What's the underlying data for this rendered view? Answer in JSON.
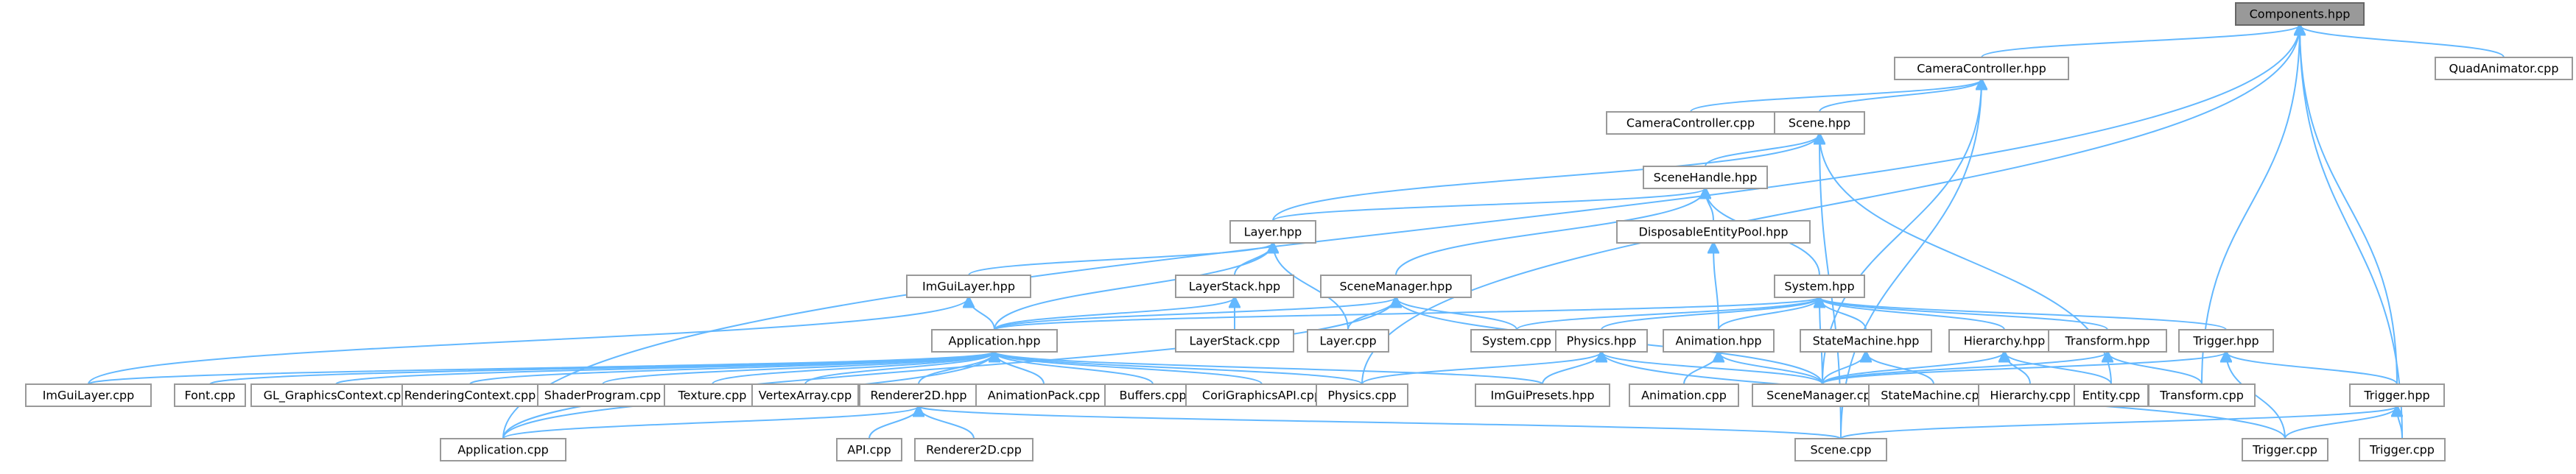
{
  "nodes": [
    {
      "id": "root",
      "label": "Components.hpp",
      "root": true
    },
    {
      "id": "cameractrl_hpp",
      "label": "CameraController.hpp"
    },
    {
      "id": "quadanim_cpp",
      "label": "QuadAnimator.cpp"
    },
    {
      "id": "cameractrl_cpp",
      "label": "CameraController.cpp"
    },
    {
      "id": "scene_hpp",
      "label": "Scene.hpp"
    },
    {
      "id": "scenehandle_hpp",
      "label": "SceneHandle.hpp"
    },
    {
      "id": "layer_hpp",
      "label": "Layer.hpp"
    },
    {
      "id": "disposable_hpp",
      "label": "DisposableEntityPool.hpp"
    },
    {
      "id": "imguilayer_hpp",
      "label": "ImGuiLayer.hpp"
    },
    {
      "id": "layerstack_hpp",
      "label": "LayerStack.hpp"
    },
    {
      "id": "scenemanager_hpp",
      "label": "SceneManager.hpp"
    },
    {
      "id": "system_hpp",
      "label": "System.hpp"
    },
    {
      "id": "application_hpp",
      "label": "Application.hpp"
    },
    {
      "id": "layerstack_cpp",
      "label": "LayerStack.cpp"
    },
    {
      "id": "layer_cpp",
      "label": "Layer.cpp"
    },
    {
      "id": "system_cpp",
      "label": "System.cpp"
    },
    {
      "id": "physics_hpp",
      "label": "Physics.hpp"
    },
    {
      "id": "animation_hpp",
      "label": "Animation.hpp"
    },
    {
      "id": "statemachine_hpp",
      "label": "StateMachine.hpp"
    },
    {
      "id": "hierarchy_hpp",
      "label": "Hierarchy.hpp"
    },
    {
      "id": "transform_hpp",
      "label": "Transform.hpp"
    },
    {
      "id": "trigger_hpp_a",
      "label": "Trigger.hpp"
    },
    {
      "id": "imguilayer_cpp",
      "label": "ImGuiLayer.cpp"
    },
    {
      "id": "font_cpp",
      "label": "Font.cpp"
    },
    {
      "id": "glctx_cpp",
      "label": "GL_GraphicsContext.cpp"
    },
    {
      "id": "renderctx_cpp",
      "label": "RenderingContext.cpp"
    },
    {
      "id": "shader_cpp",
      "label": "ShaderProgram.cpp"
    },
    {
      "id": "texture_cpp",
      "label": "Texture.cpp"
    },
    {
      "id": "vertexarray_cpp",
      "label": "VertexArray.cpp"
    },
    {
      "id": "renderer2d_hpp",
      "label": "Renderer2D.hpp"
    },
    {
      "id": "animpack_cpp",
      "label": "AnimationPack.cpp"
    },
    {
      "id": "buffers_cpp",
      "label": "Buffers.cpp"
    },
    {
      "id": "corigfx_cpp",
      "label": "CoriGraphicsAPI.cpp"
    },
    {
      "id": "physics_cpp",
      "label": "Physics.cpp"
    },
    {
      "id": "imguipresets_hpp",
      "label": "ImGuiPresets.hpp"
    },
    {
      "id": "animation_cpp",
      "label": "Animation.cpp"
    },
    {
      "id": "scenemanager_cpp",
      "label": "SceneManager.cpp"
    },
    {
      "id": "statemachine_cpp",
      "label": "StateMachine.cpp"
    },
    {
      "id": "hierarchy_cpp",
      "label": "Hierarchy.cpp"
    },
    {
      "id": "entity_cpp",
      "label": "Entity.cpp"
    },
    {
      "id": "transform_cpp",
      "label": "Transform.cpp"
    },
    {
      "id": "trigger_hpp_b",
      "label": "Trigger.hpp"
    },
    {
      "id": "application_cpp",
      "label": "Application.cpp"
    },
    {
      "id": "api_cpp",
      "label": "API.cpp"
    },
    {
      "id": "renderer2d_cpp",
      "label": "Renderer2D.cpp"
    },
    {
      "id": "scene_cpp",
      "label": "Scene.cpp"
    },
    {
      "id": "trigger_cpp_a",
      "label": "Trigger.cpp"
    },
    {
      "id": "trigger_cpp_b",
      "label": "Trigger.cpp"
    }
  ],
  "edges": [
    [
      "cameractrl_hpp",
      "root"
    ],
    [
      "quadanim_cpp",
      "root"
    ],
    [
      "transform_cpp",
      "root"
    ],
    [
      "trigger_hpp_b",
      "root"
    ],
    [
      "trigger_cpp_b",
      "root"
    ],
    [
      "application_cpp",
      "root"
    ],
    [
      "physics_cpp",
      "root"
    ],
    [
      "cameractrl_cpp",
      "cameractrl_hpp"
    ],
    [
      "scene_hpp",
      "cameractrl_hpp"
    ],
    [
      "scenemanager_cpp",
      "cameractrl_hpp"
    ],
    [
      "scene_cpp",
      "cameractrl_hpp"
    ],
    [
      "scenehandle_hpp",
      "scene_hpp"
    ],
    [
      "layer_hpp",
      "scene_hpp"
    ],
    [
      "scene_cpp",
      "scene_hpp"
    ],
    [
      "entity_cpp",
      "scene_hpp"
    ],
    [
      "layer_hpp",
      "scenehandle_hpp"
    ],
    [
      "disposable_hpp",
      "scenehandle_hpp"
    ],
    [
      "scenemanager_hpp",
      "scenehandle_hpp"
    ],
    [
      "system_hpp",
      "scenehandle_hpp"
    ],
    [
      "animation_hpp",
      "disposable_hpp"
    ],
    [
      "imguilayer_hpp",
      "layer_hpp"
    ],
    [
      "layerstack_hpp",
      "layer_hpp"
    ],
    [
      "layer_cpp",
      "layer_hpp"
    ],
    [
      "application_hpp",
      "layer_hpp"
    ],
    [
      "application_hpp",
      "imguilayer_hpp"
    ],
    [
      "imguilayer_cpp",
      "imguilayer_hpp"
    ],
    [
      "application_hpp",
      "layerstack_hpp"
    ],
    [
      "layerstack_cpp",
      "layerstack_hpp"
    ],
    [
      "application_hpp",
      "scenemanager_hpp"
    ],
    [
      "layer_cpp",
      "scenemanager_hpp"
    ],
    [
      "system_cpp",
      "scenemanager_hpp"
    ],
    [
      "scenemanager_cpp",
      "scenemanager_hpp"
    ],
    [
      "application_cpp",
      "scenemanager_hpp"
    ],
    [
      "system_cpp",
      "system_hpp"
    ],
    [
      "physics_hpp",
      "system_hpp"
    ],
    [
      "animation_hpp",
      "system_hpp"
    ],
    [
      "statemachine_hpp",
      "system_hpp"
    ],
    [
      "hierarchy_hpp",
      "system_hpp"
    ],
    [
      "transform_hpp",
      "system_hpp"
    ],
    [
      "trigger_hpp_a",
      "system_hpp"
    ],
    [
      "scenemanager_cpp",
      "system_hpp"
    ],
    [
      "application_hpp",
      "system_hpp"
    ],
    [
      "imguilayer_cpp",
      "application_hpp"
    ],
    [
      "font_cpp",
      "application_hpp"
    ],
    [
      "glctx_cpp",
      "application_hpp"
    ],
    [
      "renderctx_cpp",
      "application_hpp"
    ],
    [
      "shader_cpp",
      "application_hpp"
    ],
    [
      "texture_cpp",
      "application_hpp"
    ],
    [
      "vertexarray_cpp",
      "application_hpp"
    ],
    [
      "renderer2d_hpp",
      "application_hpp"
    ],
    [
      "animpack_cpp",
      "application_hpp"
    ],
    [
      "buffers_cpp",
      "application_hpp"
    ],
    [
      "corigfx_cpp",
      "application_hpp"
    ],
    [
      "physics_cpp",
      "application_hpp"
    ],
    [
      "imguipresets_hpp",
      "application_hpp"
    ],
    [
      "application_cpp",
      "application_hpp"
    ],
    [
      "physics_cpp",
      "physics_hpp"
    ],
    [
      "imguipresets_hpp",
      "physics_hpp"
    ],
    [
      "scenemanager_cpp",
      "physics_hpp"
    ],
    [
      "trigger_cpp_a",
      "physics_hpp"
    ],
    [
      "animation_cpp",
      "animation_hpp"
    ],
    [
      "scenemanager_cpp",
      "animation_hpp"
    ],
    [
      "scenemanager_cpp",
      "statemachine_hpp"
    ],
    [
      "statemachine_cpp",
      "statemachine_hpp"
    ],
    [
      "scenemanager_cpp",
      "hierarchy_hpp"
    ],
    [
      "hierarchy_cpp",
      "hierarchy_hpp"
    ],
    [
      "entity_cpp",
      "hierarchy_hpp"
    ],
    [
      "scenemanager_cpp",
      "transform_hpp"
    ],
    [
      "transform_cpp",
      "transform_hpp"
    ],
    [
      "trigger_hpp_b",
      "trigger_hpp_a"
    ],
    [
      "trigger_cpp_a",
      "trigger_hpp_a"
    ],
    [
      "scenemanager_cpp",
      "trigger_hpp_a"
    ],
    [
      "application_cpp",
      "renderer2d_hpp"
    ],
    [
      "api_cpp",
      "renderer2d_hpp"
    ],
    [
      "renderer2d_cpp",
      "renderer2d_hpp"
    ],
    [
      "scene_cpp",
      "renderer2d_hpp"
    ],
    [
      "scene_cpp",
      "trigger_hpp_b"
    ],
    [
      "trigger_cpp_a",
      "trigger_hpp_b"
    ],
    [
      "trigger_cpp_b",
      "trigger_hpp_b"
    ]
  ]
}
